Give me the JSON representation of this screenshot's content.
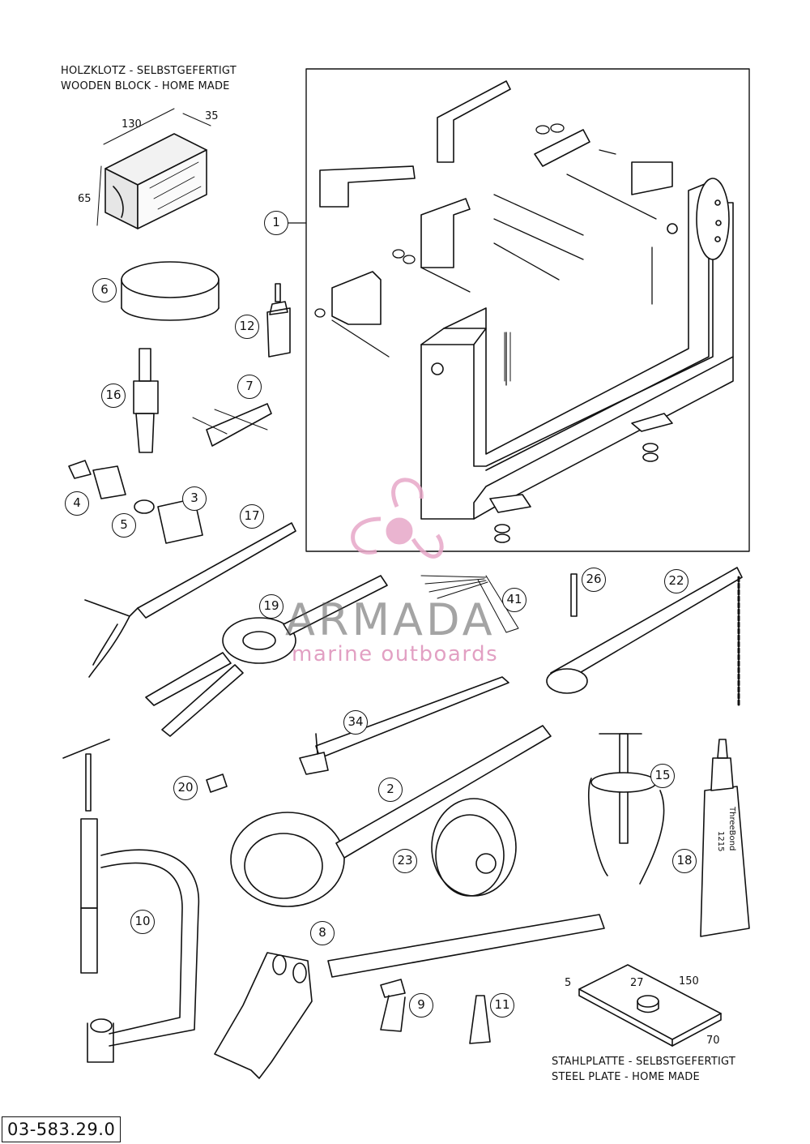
{
  "notes": {
    "wood_block_de": "HOLZKLOTZ - SELBSTGEFERTIGT",
    "wood_block_en": "WOODEN BLOCK - HOME MADE",
    "steel_plate_de": "STAHLPLATTE - SELBSTGEFERTIGT",
    "steel_plate_en": "STEEL PLATE - HOME MADE"
  },
  "dimensions": {
    "block_length": "130",
    "block_depth": "35",
    "block_height": "65",
    "plate_thickness": "5",
    "plate_hole": "27",
    "plate_length": "150",
    "plate_width": "70"
  },
  "callouts": [
    "1",
    "6",
    "12",
    "16",
    "7",
    "4",
    "5",
    "3",
    "17",
    "19",
    "41",
    "26",
    "22",
    "34",
    "20",
    "2",
    "15",
    "23",
    "18",
    "10",
    "8",
    "9",
    "11"
  ],
  "tube_text": {
    "brand": "ThreeBond",
    "code": "1215"
  },
  "watermark": {
    "title": "ARMADA",
    "subtitle": "marine outboards",
    "color": "#e7a8c8"
  },
  "document_number": "03-583.29.0"
}
